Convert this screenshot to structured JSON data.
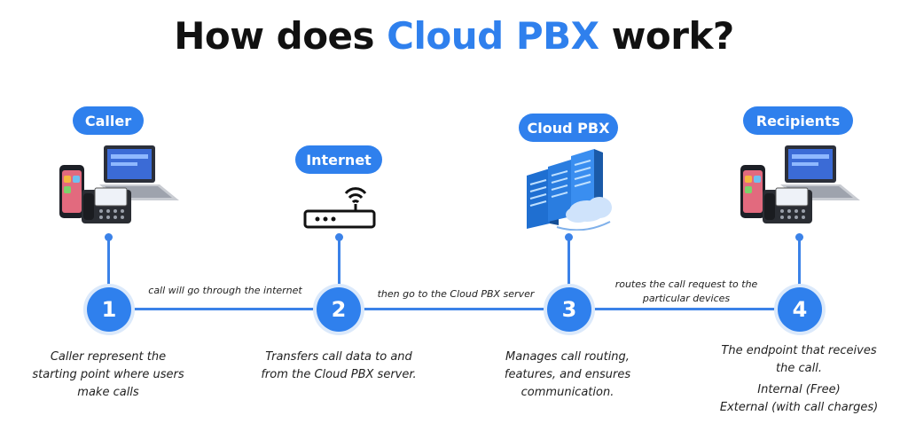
{
  "title": {
    "prefix": "How does ",
    "accent": "Cloud PBX",
    "suffix": " work?"
  },
  "colors": {
    "accent": "#2f80ed",
    "line": "#3b82e8",
    "text": "#111111"
  },
  "nodes": [
    {
      "label": "Caller",
      "number": "1",
      "icon": "caller-devices-icon",
      "desc": [
        "Caller represent the",
        "starting point where users",
        "make calls"
      ]
    },
    {
      "label": "Internet",
      "number": "2",
      "icon": "router-icon",
      "desc": [
        "Transfers call data to and",
        "from the Cloud PBX server."
      ]
    },
    {
      "label": "Cloud PBX",
      "number": "3",
      "icon": "server-cloud-icon",
      "desc": [
        "Manages call routing,",
        "features, and ensures",
        "communication."
      ]
    },
    {
      "label": "Recipients",
      "number": "4",
      "icon": "recipient-devices-icon",
      "desc": [
        "The endpoint that receives",
        "the call.",
        "Internal (Free)",
        "External (with call charges)"
      ]
    }
  ],
  "connectors": [
    {
      "text": "call will go through the internet"
    },
    {
      "text": "then go to the Cloud PBX server"
    },
    {
      "lines": [
        "routes the call request to the",
        "particular devices"
      ]
    }
  ]
}
